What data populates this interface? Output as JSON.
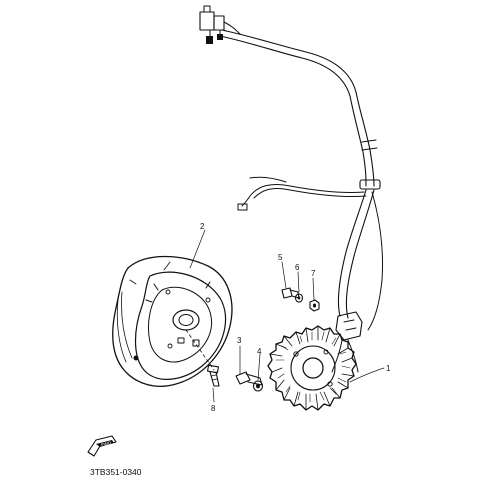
{
  "callouts": {
    "c1": "1",
    "c2": "2",
    "c3": "3",
    "c4": "4",
    "c5": "5",
    "c6": "6",
    "c7": "7",
    "c8": "8"
  },
  "fwd_label": "FWD",
  "drawing_code": "3TB351-0340",
  "icons": {
    "connector": "connector-icon",
    "fwd_arrow": "fwd-arrow-icon"
  }
}
